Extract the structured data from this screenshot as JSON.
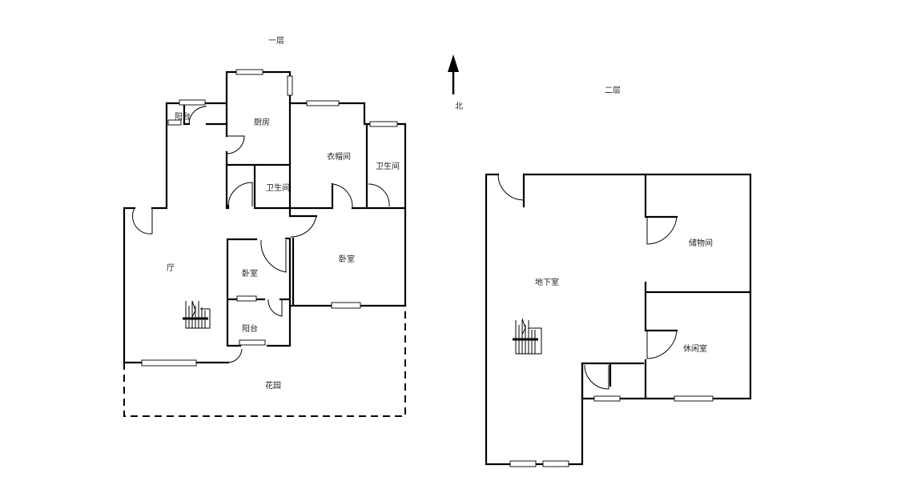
{
  "floors": {
    "first": "一层",
    "second": "二层"
  },
  "compass": {
    "label": "北"
  },
  "rooms": {
    "balcony_top": "阳台",
    "kitchen": "厨房",
    "cloakroom": "衣帽间",
    "bathroom_right": "卫生间",
    "bathroom_mid": "卫生间",
    "living": "厅",
    "bedroom_small": "卧室",
    "bedroom_large": "卧室",
    "balcony_bottom": "阳台",
    "garden": "花园",
    "basement": "地下室",
    "storage": "储物间",
    "lounge": "休闲室"
  }
}
